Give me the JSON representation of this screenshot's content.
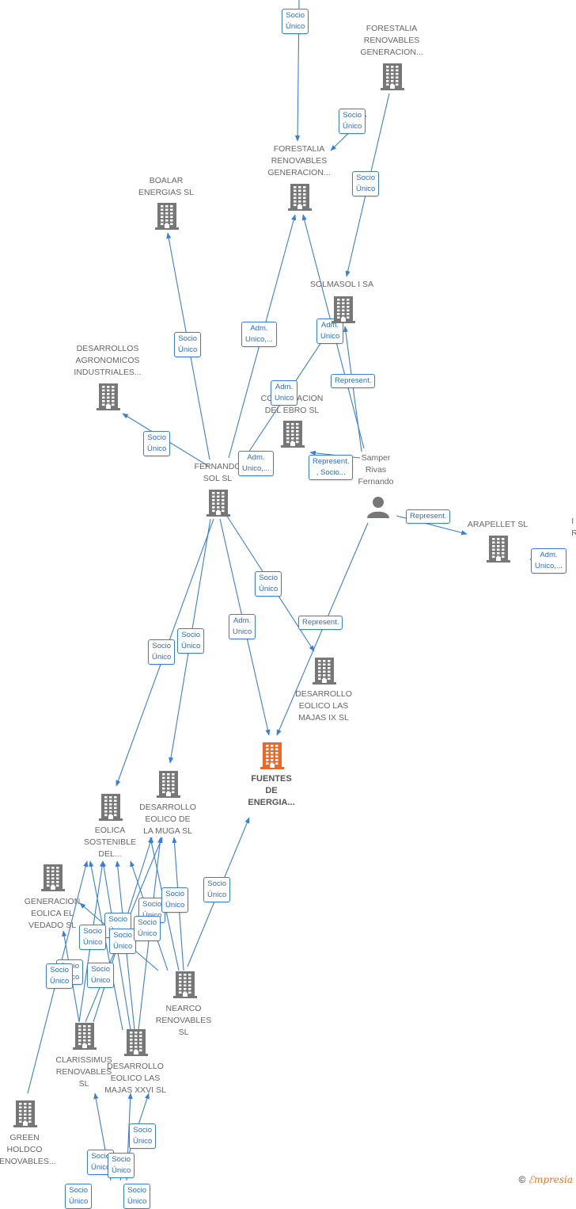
{
  "colors": {
    "node": "#777777",
    "focus": "#f26522",
    "edge": "#3a7fd5"
  },
  "nodes": {
    "forestalia_top": "FORESTALIA\nRENOVABLES\nGENERACION...",
    "forestalia_mid": "FORESTALIA\nRENOVABLES\nGENERACION...",
    "boalar": "BOALAR\nENERGIAS  SL",
    "solmasol": "SOLMASOL I SA",
    "desarrollos_agro": "DESARROLLOS\nAGRONOMICOS\nINDUSTRIALES...",
    "coop_ebro": "COOPERACION\nDEL EBRO  SL",
    "fernando_sol": "FERNANDO\nSOL SL",
    "samper": "Samper\nRivas\nFernando",
    "arapellet": "ARAPELLET  SL",
    "edge_right": "I\nR",
    "dev_majas_ix": "DESARROLLO\nEOLICO LAS\nMAJAS IX  SL",
    "fuentes": "FUENTES\nDE\nENERGIA...",
    "dev_muga": "DESARROLLO\nEOLICO DE\nLA MUGA SL",
    "eolica_sost": "EOLICA\nSOSTENIBLE\nDEL...",
    "gen_vedado": "GENERACION\nEOLICA EL\nVEDADO SL",
    "nearco": "NEARCO\nRENOVABLES\nSL",
    "clarissimus": "CLARISSIMUS\nRENOVABLES\nSL",
    "dev_majas_xxvi": "DESARROLLO\nEOLICO LAS\nMAJAS XXVI  SL",
    "green_holdco": "GREEN\nHOLDCO\nRENOVABLES..."
  },
  "badges": {
    "b1": "Socio\nÚnico",
    "b2": "Socio\nÚnico",
    "b3": "Socio\nÚnico",
    "b4": "Socio\nÚnico",
    "b5": "Adm.\nUnico,...",
    "b6": "Adm.\nUnico",
    "b7": "Represent.",
    "b8": "Adm.\nUnico",
    "b9": "Socio\nÚnico",
    "b10": "Adm.\nUnico,...",
    "b11": "Represent.\n, Socio...",
    "b12": "Represent.",
    "b13": "Adm.\nUnico,...",
    "b14": "Socio\nÚnico",
    "b15": "Adm.\nUnico",
    "b16": "Represent.",
    "b17": "Socio\nÚnico",
    "b18": "Socio\nÚnico",
    "b19": "Socio\nÚnico",
    "b20": "Socio\nÚnico",
    "b21": "Socio\nÚnico",
    "b22": "Socio\nÚnico",
    "b23": "Socio\nÚnico",
    "b24": "Socio\nÚnico",
    "b25": "Socio\nÚnico",
    "b26": "Socio\nÚnico",
    "b27": "Socio\nÚnico",
    "b28": "Socio\nÚnico",
    "b29": "Socio\nÚnico",
    "b30": "Socio\nÚnico",
    "b31": "Socio\nÚnico",
    "b32": "Socio\nÚnico",
    "b33": "Socio\nÚnico"
  },
  "footer": {
    "copyright": "©",
    "brand_initial": "ℰ",
    "brand_rest": "mpresia"
  }
}
